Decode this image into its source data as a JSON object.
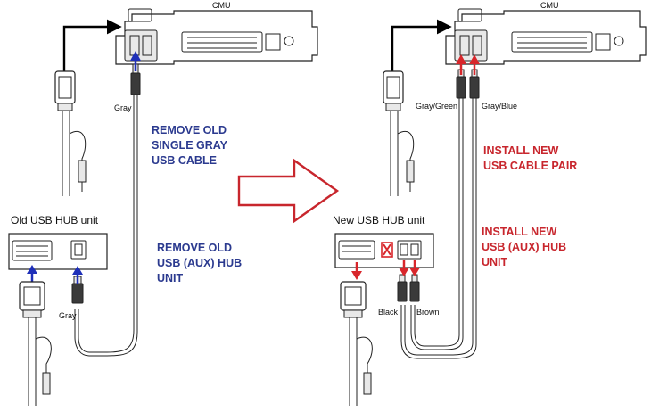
{
  "left": {
    "cmu_label": "CMU",
    "hub_label": "Old USB HUB unit",
    "cable_top_label": "Gray",
    "cable_bottom_label": "Gray",
    "note_remove_cable": [
      "REMOVE OLD",
      "SINGLE GRAY",
      "USB CABLE"
    ],
    "note_remove_hub": [
      "REMOVE OLD",
      "USB (AUX) HUB",
      "UNIT"
    ]
  },
  "right": {
    "cmu_label": "CMU",
    "hub_label": "New USB HUB unit",
    "cable_left_label": "Gray/Green",
    "cable_right_label": "Gray/Blue",
    "hub_cable_left_label": "Black",
    "hub_cable_right_label": "Brown",
    "note_install_cable": [
      "INSTALL NEW",
      "USB CABLE PAIR"
    ],
    "note_install_hub": [
      "INSTALL NEW",
      "USB (AUX) HUB",
      "UNIT"
    ]
  },
  "colors": {
    "blue_text": "#2b3a8f",
    "red_text": "#c8262d",
    "blue_arrow": "#1e2fb8",
    "red_arrow": "#d8262b",
    "big_arrow": "#c8262d"
  },
  "icons": [
    "direction-arrow-icon",
    "x-mark-icon"
  ]
}
